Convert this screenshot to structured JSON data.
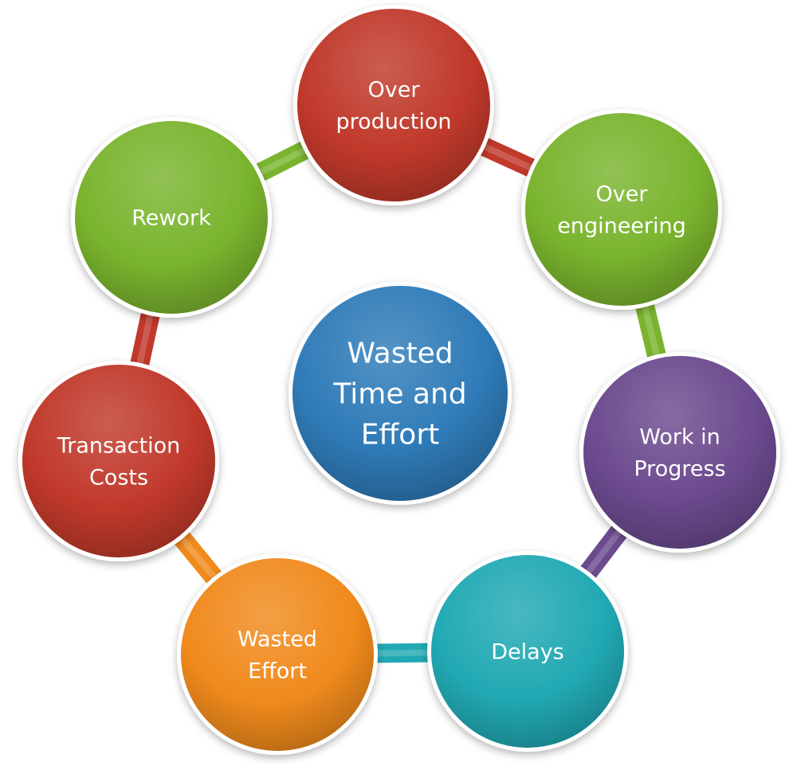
{
  "center": {
    "lines": [
      "Wasted",
      "Time and",
      "Effort"
    ],
    "color": "#2F7BB8"
  },
  "nodes": [
    {
      "id": "over-production",
      "lines": [
        "Over",
        "production"
      ],
      "color": "#C0392B"
    },
    {
      "id": "over-engineering",
      "lines": [
        "Over",
        "engineering"
      ],
      "color": "#7AB42E"
    },
    {
      "id": "work-in-progress",
      "lines": [
        "Work in",
        "Progress"
      ],
      "color": "#6B4A8E"
    },
    {
      "id": "delays",
      "lines": [
        "Delays"
      ],
      "color": "#21A9B3"
    },
    {
      "id": "wasted-effort",
      "lines": [
        "Wasted",
        "Effort"
      ],
      "color": "#F08A1C"
    },
    {
      "id": "transaction-costs",
      "lines": [
        "Transaction",
        "Costs"
      ],
      "color": "#C0392B"
    },
    {
      "id": "rework",
      "lines": [
        "Rework"
      ],
      "color": "#7AB42E"
    }
  ],
  "connectors": [
    {
      "from": "over-production",
      "to": "over-engineering",
      "color": "#C0392B"
    },
    {
      "from": "over-engineering",
      "to": "work-in-progress",
      "color": "#7AB42E"
    },
    {
      "from": "work-in-progress",
      "to": "delays",
      "color": "#6B4A8E"
    },
    {
      "from": "delays",
      "to": "wasted-effort",
      "color": "#21A9B3"
    },
    {
      "from": "wasted-effort",
      "to": "transaction-costs",
      "color": "#F08A1C"
    },
    {
      "from": "transaction-costs",
      "to": "rework",
      "color": "#C0392B"
    },
    {
      "from": "rework",
      "to": "over-production",
      "color": "#7AB42E"
    }
  ]
}
